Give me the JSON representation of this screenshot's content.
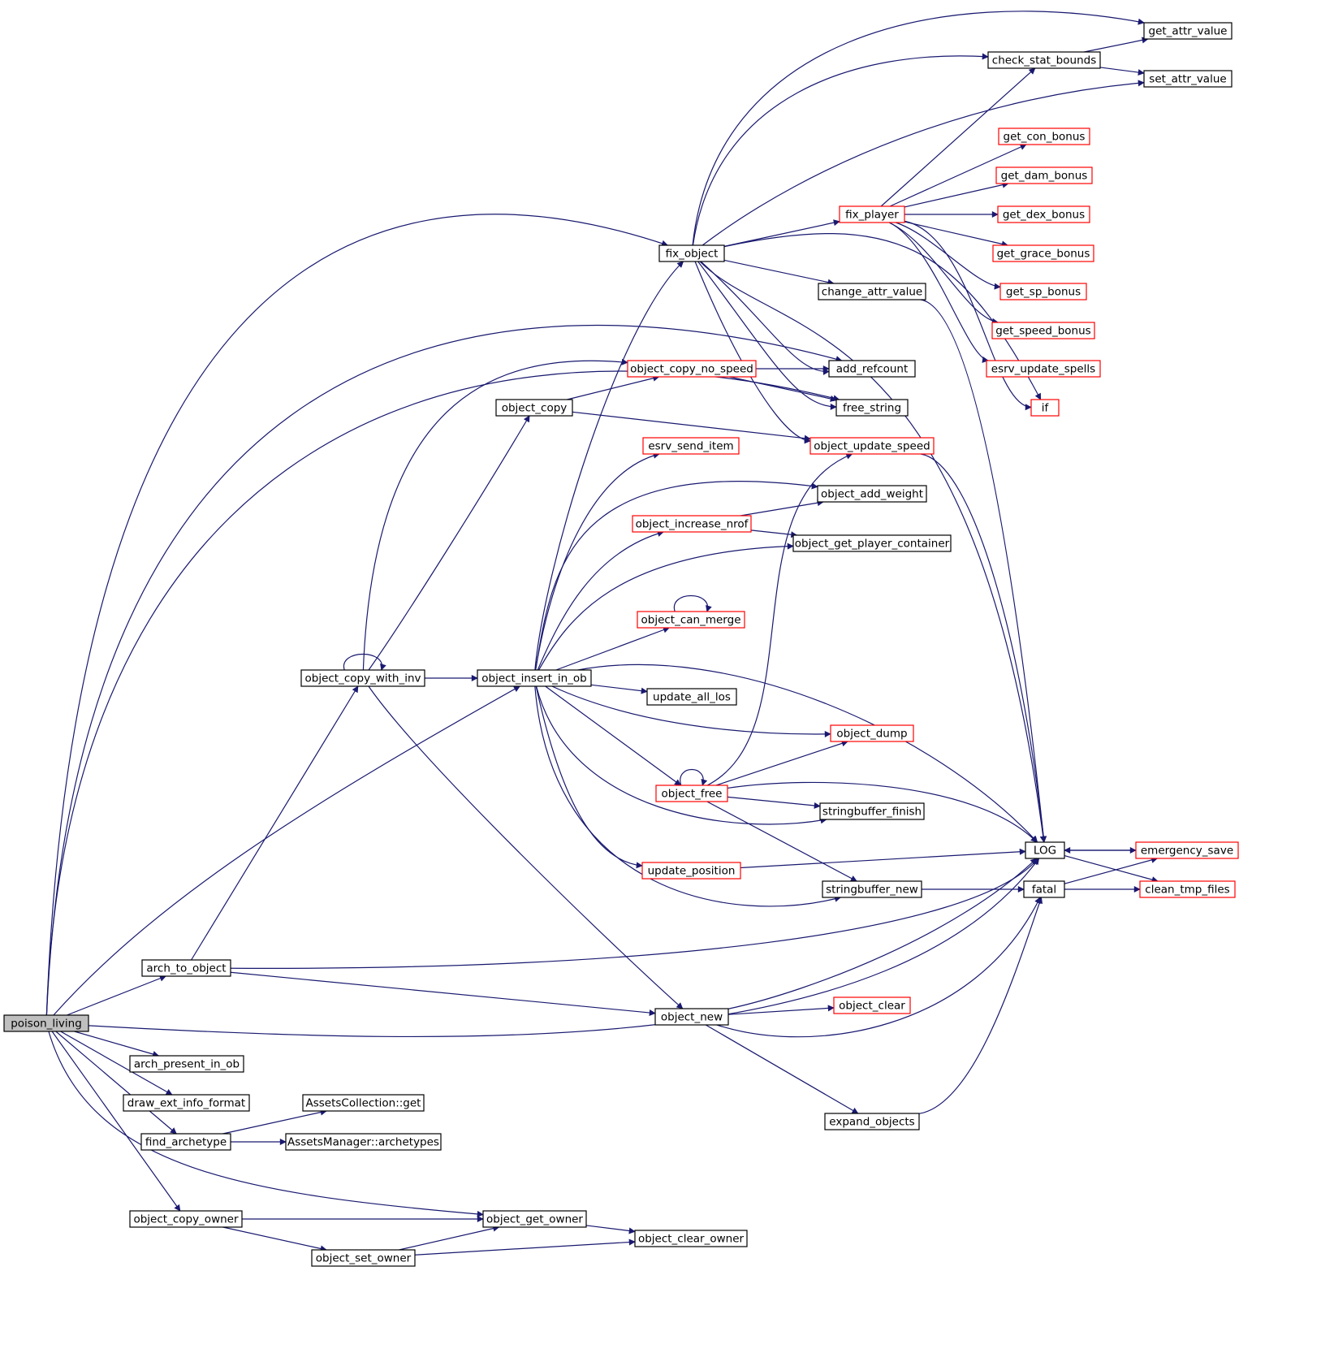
{
  "diagram": {
    "type": "call-graph",
    "edge_color": "#191970",
    "node_border_default": "#000000",
    "node_border_truncated": "#ff0000",
    "root_fill": "#bfbfbf",
    "nodes": [
      {
        "id": "poison_living",
        "label": "poison_living",
        "root": true
      },
      {
        "id": "fix_object",
        "label": "fix_object"
      },
      {
        "id": "get_attr_value",
        "label": "get_attr_value"
      },
      {
        "id": "check_stat_bounds",
        "label": "check_stat_bounds"
      },
      {
        "id": "set_attr_value",
        "label": "set_attr_value"
      },
      {
        "id": "get_con_bonus",
        "label": "get_con_bonus",
        "truncated": true
      },
      {
        "id": "get_dam_bonus",
        "label": "get_dam_bonus",
        "truncated": true
      },
      {
        "id": "fix_player",
        "label": "fix_player",
        "truncated": true
      },
      {
        "id": "get_dex_bonus",
        "label": "get_dex_bonus",
        "truncated": true
      },
      {
        "id": "get_grace_bonus",
        "label": "get_grace_bonus",
        "truncated": true
      },
      {
        "id": "get_sp_bonus",
        "label": "get_sp_bonus",
        "truncated": true
      },
      {
        "id": "change_attr_value",
        "label": "change_attr_value"
      },
      {
        "id": "get_speed_bonus",
        "label": "get_speed_bonus",
        "truncated": true
      },
      {
        "id": "esrv_update_spells",
        "label": "esrv_update_spells",
        "truncated": true
      },
      {
        "id": "add_refcount",
        "label": "add_refcount"
      },
      {
        "id": "object_copy_no_speed",
        "label": "object_copy_no_speed",
        "truncated": true
      },
      {
        "id": "if",
        "label": "if",
        "truncated": true
      },
      {
        "id": "object_copy",
        "label": "object_copy"
      },
      {
        "id": "free_string",
        "label": "free_string"
      },
      {
        "id": "esrv_send_item",
        "label": "esrv_send_item",
        "truncated": true
      },
      {
        "id": "object_update_speed",
        "label": "object_update_speed",
        "truncated": true
      },
      {
        "id": "object_add_weight",
        "label": "object_add_weight"
      },
      {
        "id": "object_increase_nrof",
        "label": "object_increase_nrof",
        "truncated": true
      },
      {
        "id": "object_get_player_container",
        "label": "object_get_player_container"
      },
      {
        "id": "object_can_merge",
        "label": "object_can_merge",
        "truncated": true
      },
      {
        "id": "object_copy_with_inv",
        "label": "object_copy_with_inv"
      },
      {
        "id": "object_insert_in_ob",
        "label": "object_insert_in_ob"
      },
      {
        "id": "update_all_los",
        "label": "update_all_los"
      },
      {
        "id": "object_dump",
        "label": "object_dump",
        "truncated": true
      },
      {
        "id": "object_free",
        "label": "object_free",
        "truncated": true
      },
      {
        "id": "stringbuffer_finish",
        "label": "stringbuffer_finish"
      },
      {
        "id": "LOG",
        "label": "LOG"
      },
      {
        "id": "emergency_save",
        "label": "emergency_save",
        "truncated": true
      },
      {
        "id": "update_position",
        "label": "update_position",
        "truncated": true
      },
      {
        "id": "stringbuffer_new",
        "label": "stringbuffer_new"
      },
      {
        "id": "fatal",
        "label": "fatal"
      },
      {
        "id": "clean_tmp_files",
        "label": "clean_tmp_files",
        "truncated": true
      },
      {
        "id": "arch_to_object",
        "label": "arch_to_object"
      },
      {
        "id": "object_clear",
        "label": "object_clear",
        "truncated": true
      },
      {
        "id": "object_new",
        "label": "object_new"
      },
      {
        "id": "arch_present_in_ob",
        "label": "arch_present_in_ob"
      },
      {
        "id": "draw_ext_info_format",
        "label": "draw_ext_info_format"
      },
      {
        "id": "AssetsCollection_get",
        "label": "AssetsCollection::get"
      },
      {
        "id": "expand_objects",
        "label": "expand_objects"
      },
      {
        "id": "find_archetype",
        "label": "find_archetype"
      },
      {
        "id": "AssetsManager_archetypes",
        "label": "AssetsManager::archetypes"
      },
      {
        "id": "object_copy_owner",
        "label": "object_copy_owner"
      },
      {
        "id": "object_get_owner",
        "label": "object_get_owner"
      },
      {
        "id": "object_clear_owner",
        "label": "object_clear_owner"
      },
      {
        "id": "object_set_owner",
        "label": "object_set_owner"
      }
    ],
    "edges": [
      [
        "poison_living",
        "fix_object"
      ],
      [
        "poison_living",
        "add_refcount"
      ],
      [
        "poison_living",
        "free_string"
      ],
      [
        "poison_living",
        "object_insert_in_ob"
      ],
      [
        "poison_living",
        "arch_to_object"
      ],
      [
        "poison_living",
        "LOG"
      ],
      [
        "poison_living",
        "arch_present_in_ob"
      ],
      [
        "poison_living",
        "draw_ext_info_format"
      ],
      [
        "poison_living",
        "find_archetype"
      ],
      [
        "poison_living",
        "object_copy_owner"
      ],
      [
        "poison_living",
        "object_get_owner"
      ],
      [
        "fix_object",
        "get_attr_value"
      ],
      [
        "fix_object",
        "check_stat_bounds"
      ],
      [
        "fix_object",
        "set_attr_value"
      ],
      [
        "fix_object",
        "fix_player"
      ],
      [
        "fix_object",
        "change_attr_value"
      ],
      [
        "fix_object",
        "add_refcount"
      ],
      [
        "fix_object",
        "free_string"
      ],
      [
        "fix_object",
        "object_update_speed"
      ],
      [
        "fix_object",
        "if"
      ],
      [
        "fix_object",
        "LOG"
      ],
      [
        "check_stat_bounds",
        "get_attr_value"
      ],
      [
        "check_stat_bounds",
        "set_attr_value"
      ],
      [
        "fix_player",
        "check_stat_bounds"
      ],
      [
        "fix_player",
        "get_con_bonus"
      ],
      [
        "fix_player",
        "get_dam_bonus"
      ],
      [
        "fix_player",
        "get_dex_bonus"
      ],
      [
        "fix_player",
        "get_grace_bonus"
      ],
      [
        "fix_player",
        "get_sp_bonus"
      ],
      [
        "fix_player",
        "get_speed_bonus"
      ],
      [
        "fix_player",
        "esrv_update_spells"
      ],
      [
        "fix_player",
        "if"
      ],
      [
        "change_attr_value",
        "LOG"
      ],
      [
        "object_copy_no_speed",
        "add_refcount"
      ],
      [
        "object_copy_no_speed",
        "free_string"
      ],
      [
        "object_copy",
        "object_copy_no_speed"
      ],
      [
        "object_copy",
        "object_update_speed"
      ],
      [
        "object_update_speed",
        "LOG"
      ],
      [
        "object_increase_nrof",
        "object_add_weight"
      ],
      [
        "object_increase_nrof",
        "object_get_player_container"
      ],
      [
        "object_can_merge",
        "object_can_merge"
      ],
      [
        "object_copy_with_inv",
        "object_copy_with_inv"
      ],
      [
        "object_copy_with_inv",
        "object_copy_no_speed"
      ],
      [
        "object_copy_with_inv",
        "object_copy"
      ],
      [
        "object_copy_with_inv",
        "object_insert_in_ob"
      ],
      [
        "object_copy_with_inv",
        "object_new"
      ],
      [
        "object_insert_in_ob",
        "fix_object"
      ],
      [
        "object_insert_in_ob",
        "esrv_send_item"
      ],
      [
        "object_insert_in_ob",
        "object_add_weight"
      ],
      [
        "object_insert_in_ob",
        "object_increase_nrof"
      ],
      [
        "object_insert_in_ob",
        "object_get_player_container"
      ],
      [
        "object_insert_in_ob",
        "object_can_merge"
      ],
      [
        "object_insert_in_ob",
        "LOG"
      ],
      [
        "object_insert_in_ob",
        "update_all_los"
      ],
      [
        "object_insert_in_ob",
        "object_dump"
      ],
      [
        "object_insert_in_ob",
        "object_free"
      ],
      [
        "object_insert_in_ob",
        "stringbuffer_finish"
      ],
      [
        "object_insert_in_ob",
        "update_position"
      ],
      [
        "object_insert_in_ob",
        "stringbuffer_new"
      ],
      [
        "object_free",
        "object_free"
      ],
      [
        "object_free",
        "object_update_speed"
      ],
      [
        "object_free",
        "object_dump"
      ],
      [
        "object_free",
        "LOG"
      ],
      [
        "object_free",
        "stringbuffer_finish"
      ],
      [
        "object_free",
        "stringbuffer_new"
      ],
      [
        "update_position",
        "LOG"
      ],
      [
        "stringbuffer_new",
        "fatal"
      ],
      [
        "LOG",
        "emergency_save"
      ],
      [
        "LOG",
        "clean_tmp_files"
      ],
      [
        "emergency_save",
        "LOG"
      ],
      [
        "fatal",
        "emergency_save"
      ],
      [
        "fatal",
        "clean_tmp_files"
      ],
      [
        "arch_to_object",
        "object_copy_with_inv"
      ],
      [
        "arch_to_object",
        "LOG"
      ],
      [
        "arch_to_object",
        "object_new"
      ],
      [
        "object_new",
        "LOG"
      ],
      [
        "object_new",
        "object_clear"
      ],
      [
        "object_new",
        "fatal"
      ],
      [
        "object_new",
        "expand_objects"
      ],
      [
        "expand_objects",
        "fatal"
      ],
      [
        "find_archetype",
        "AssetsCollection_get"
      ],
      [
        "find_archetype",
        "AssetsManager_archetypes"
      ],
      [
        "object_copy_owner",
        "object_get_owner"
      ],
      [
        "object_copy_owner",
        "object_set_owner"
      ],
      [
        "object_get_owner",
        "object_clear_owner"
      ],
      [
        "object_set_owner",
        "object_get_owner"
      ],
      [
        "object_set_owner",
        "object_clear_owner"
      ]
    ]
  }
}
